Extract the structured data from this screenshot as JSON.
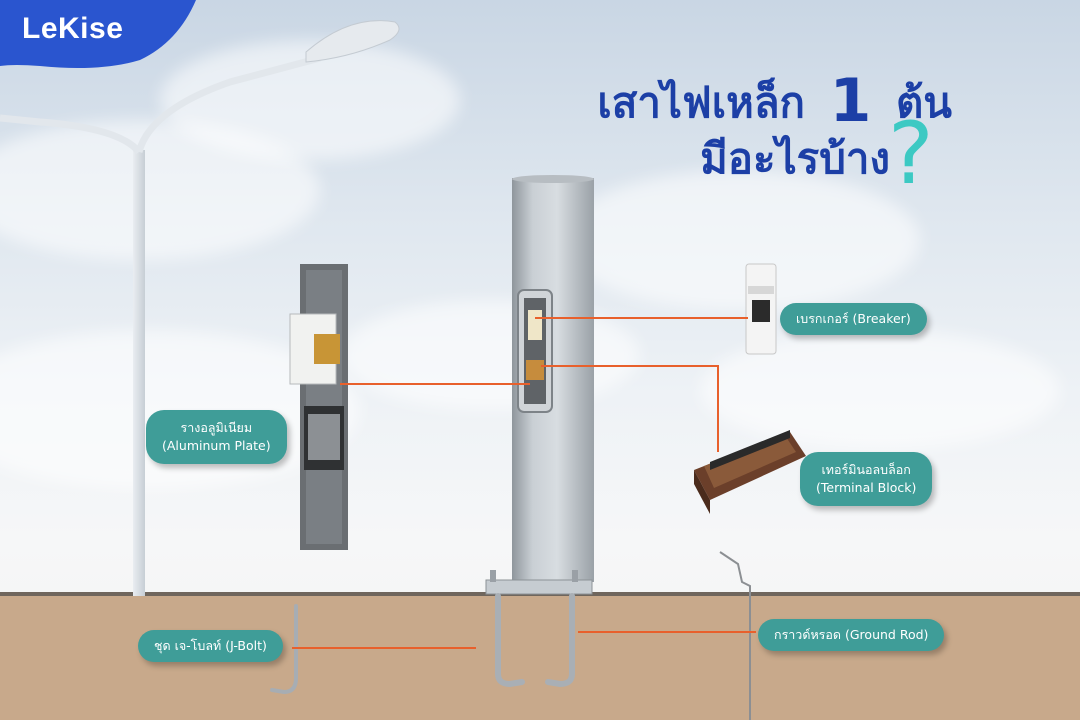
{
  "brand": {
    "name": "LeKise"
  },
  "title": {
    "line1_a": "เสาไฟเหล็ก",
    "line1_number": "1",
    "line1_b": "ต้น",
    "line2": "มีอะไรบ้าง",
    "qmark": "?"
  },
  "labels": {
    "breaker": "เบรกเกอร์ (Breaker)",
    "aluminum_plate_th": "รางอลูมิเนียม",
    "aluminum_plate_en": "(Aluminum Plate)",
    "terminal_block_th": "เทอร์มินอลบล็อก",
    "terminal_block_en": "(Terminal Block)",
    "j_bolt": "ชุด เจ-โบลท์ (J-Bolt)",
    "ground_rod": "กราวด์หรอด (Ground Rod)"
  },
  "colors": {
    "brand_blue": "#2a55cf",
    "title_blue": "#1c3fa6",
    "label_teal": "#3f9d98",
    "accent_cyan": "#3cc9c3",
    "leader_orange": "#e8602c"
  }
}
